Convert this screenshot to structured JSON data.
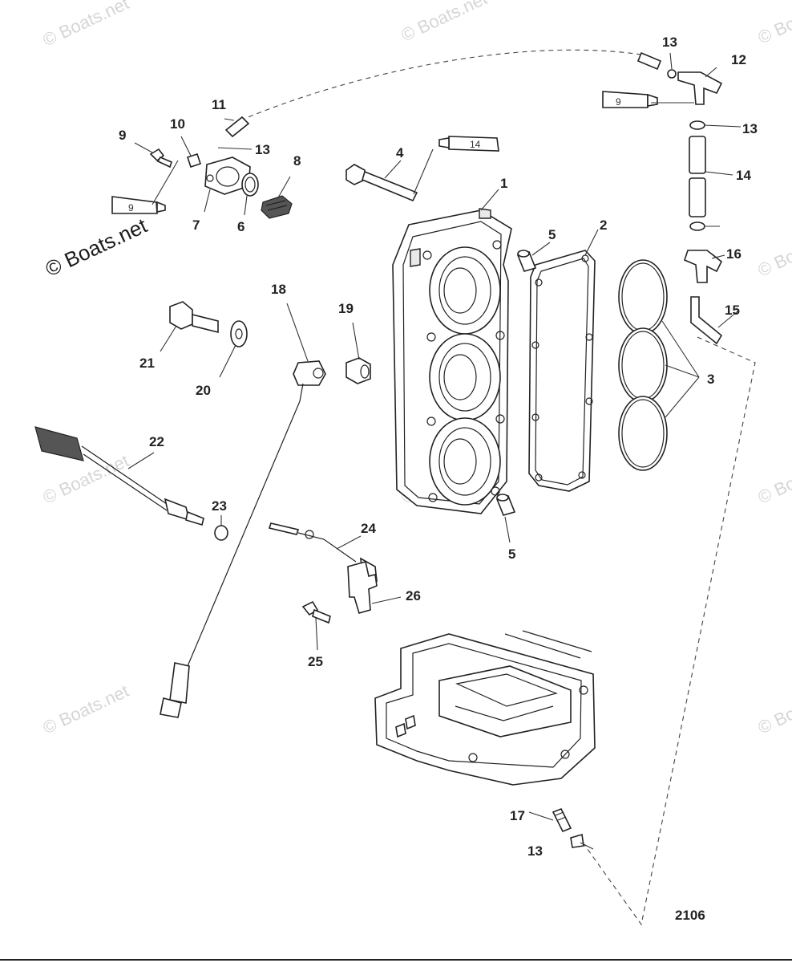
{
  "watermark": {
    "text": "© Boats.net"
  },
  "tube_labels": {
    "sealant_a": "9",
    "sealant_b": "14",
    "sealant_c": "9"
  },
  "drawing_number": "2106",
  "callouts": [
    {
      "id": "c1",
      "text": "1"
    },
    {
      "id": "c2",
      "text": "2"
    },
    {
      "id": "c3",
      "text": "3"
    },
    {
      "id": "c4",
      "text": "4"
    },
    {
      "id": "c5a",
      "text": "5"
    },
    {
      "id": "c5b",
      "text": "5"
    },
    {
      "id": "c6",
      "text": "6"
    },
    {
      "id": "c7",
      "text": "7"
    },
    {
      "id": "c8",
      "text": "8"
    },
    {
      "id": "c9",
      "text": "9"
    },
    {
      "id": "c10",
      "text": "10"
    },
    {
      "id": "c11",
      "text": "11"
    },
    {
      "id": "c12",
      "text": "12"
    },
    {
      "id": "c13a",
      "text": "13"
    },
    {
      "id": "c13b",
      "text": "13"
    },
    {
      "id": "c13c",
      "text": "13"
    },
    {
      "id": "c13d",
      "text": "13"
    },
    {
      "id": "c14",
      "text": "14"
    },
    {
      "id": "c15",
      "text": "15"
    },
    {
      "id": "c16",
      "text": "16"
    },
    {
      "id": "c17",
      "text": "17"
    },
    {
      "id": "c18",
      "text": "18"
    },
    {
      "id": "c19",
      "text": "19"
    },
    {
      "id": "c20",
      "text": "20"
    },
    {
      "id": "c21",
      "text": "21"
    },
    {
      "id": "c22",
      "text": "22"
    },
    {
      "id": "c23",
      "text": "23"
    },
    {
      "id": "c24",
      "text": "24"
    },
    {
      "id": "c25",
      "text": "25"
    },
    {
      "id": "c26",
      "text": "26"
    }
  ]
}
